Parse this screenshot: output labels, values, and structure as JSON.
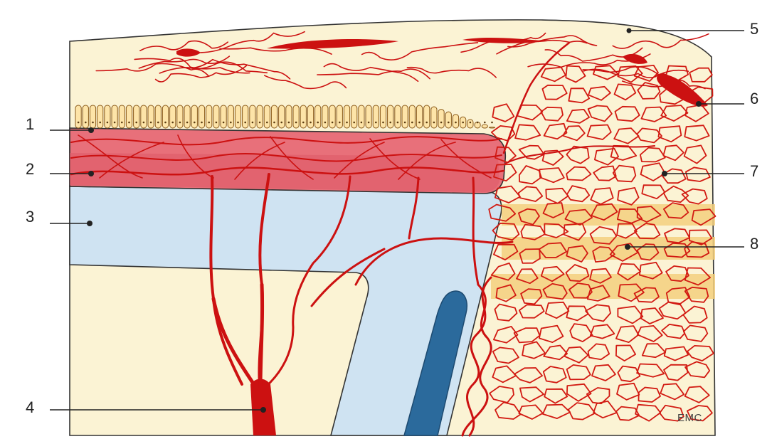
{
  "colors": {
    "tissue_cream": "#fbf3d4",
    "epithelium_pink": "#e8707a",
    "cartilage_blue": "#cfe3f2",
    "muscle_blue": "#2b6a9c",
    "vessel_red": "#cc1111",
    "fat_band": "#f3cf7e",
    "line": "#222222"
  },
  "callouts": [
    {
      "id": "1",
      "label": "1"
    },
    {
      "id": "2",
      "label": "2"
    },
    {
      "id": "3",
      "label": "3"
    },
    {
      "id": "4",
      "label": "4"
    },
    {
      "id": "5",
      "label": "5"
    },
    {
      "id": "6",
      "label": "6"
    },
    {
      "id": "7",
      "label": "7"
    },
    {
      "id": "8",
      "label": "8"
    }
  ],
  "watermark": "EMC"
}
